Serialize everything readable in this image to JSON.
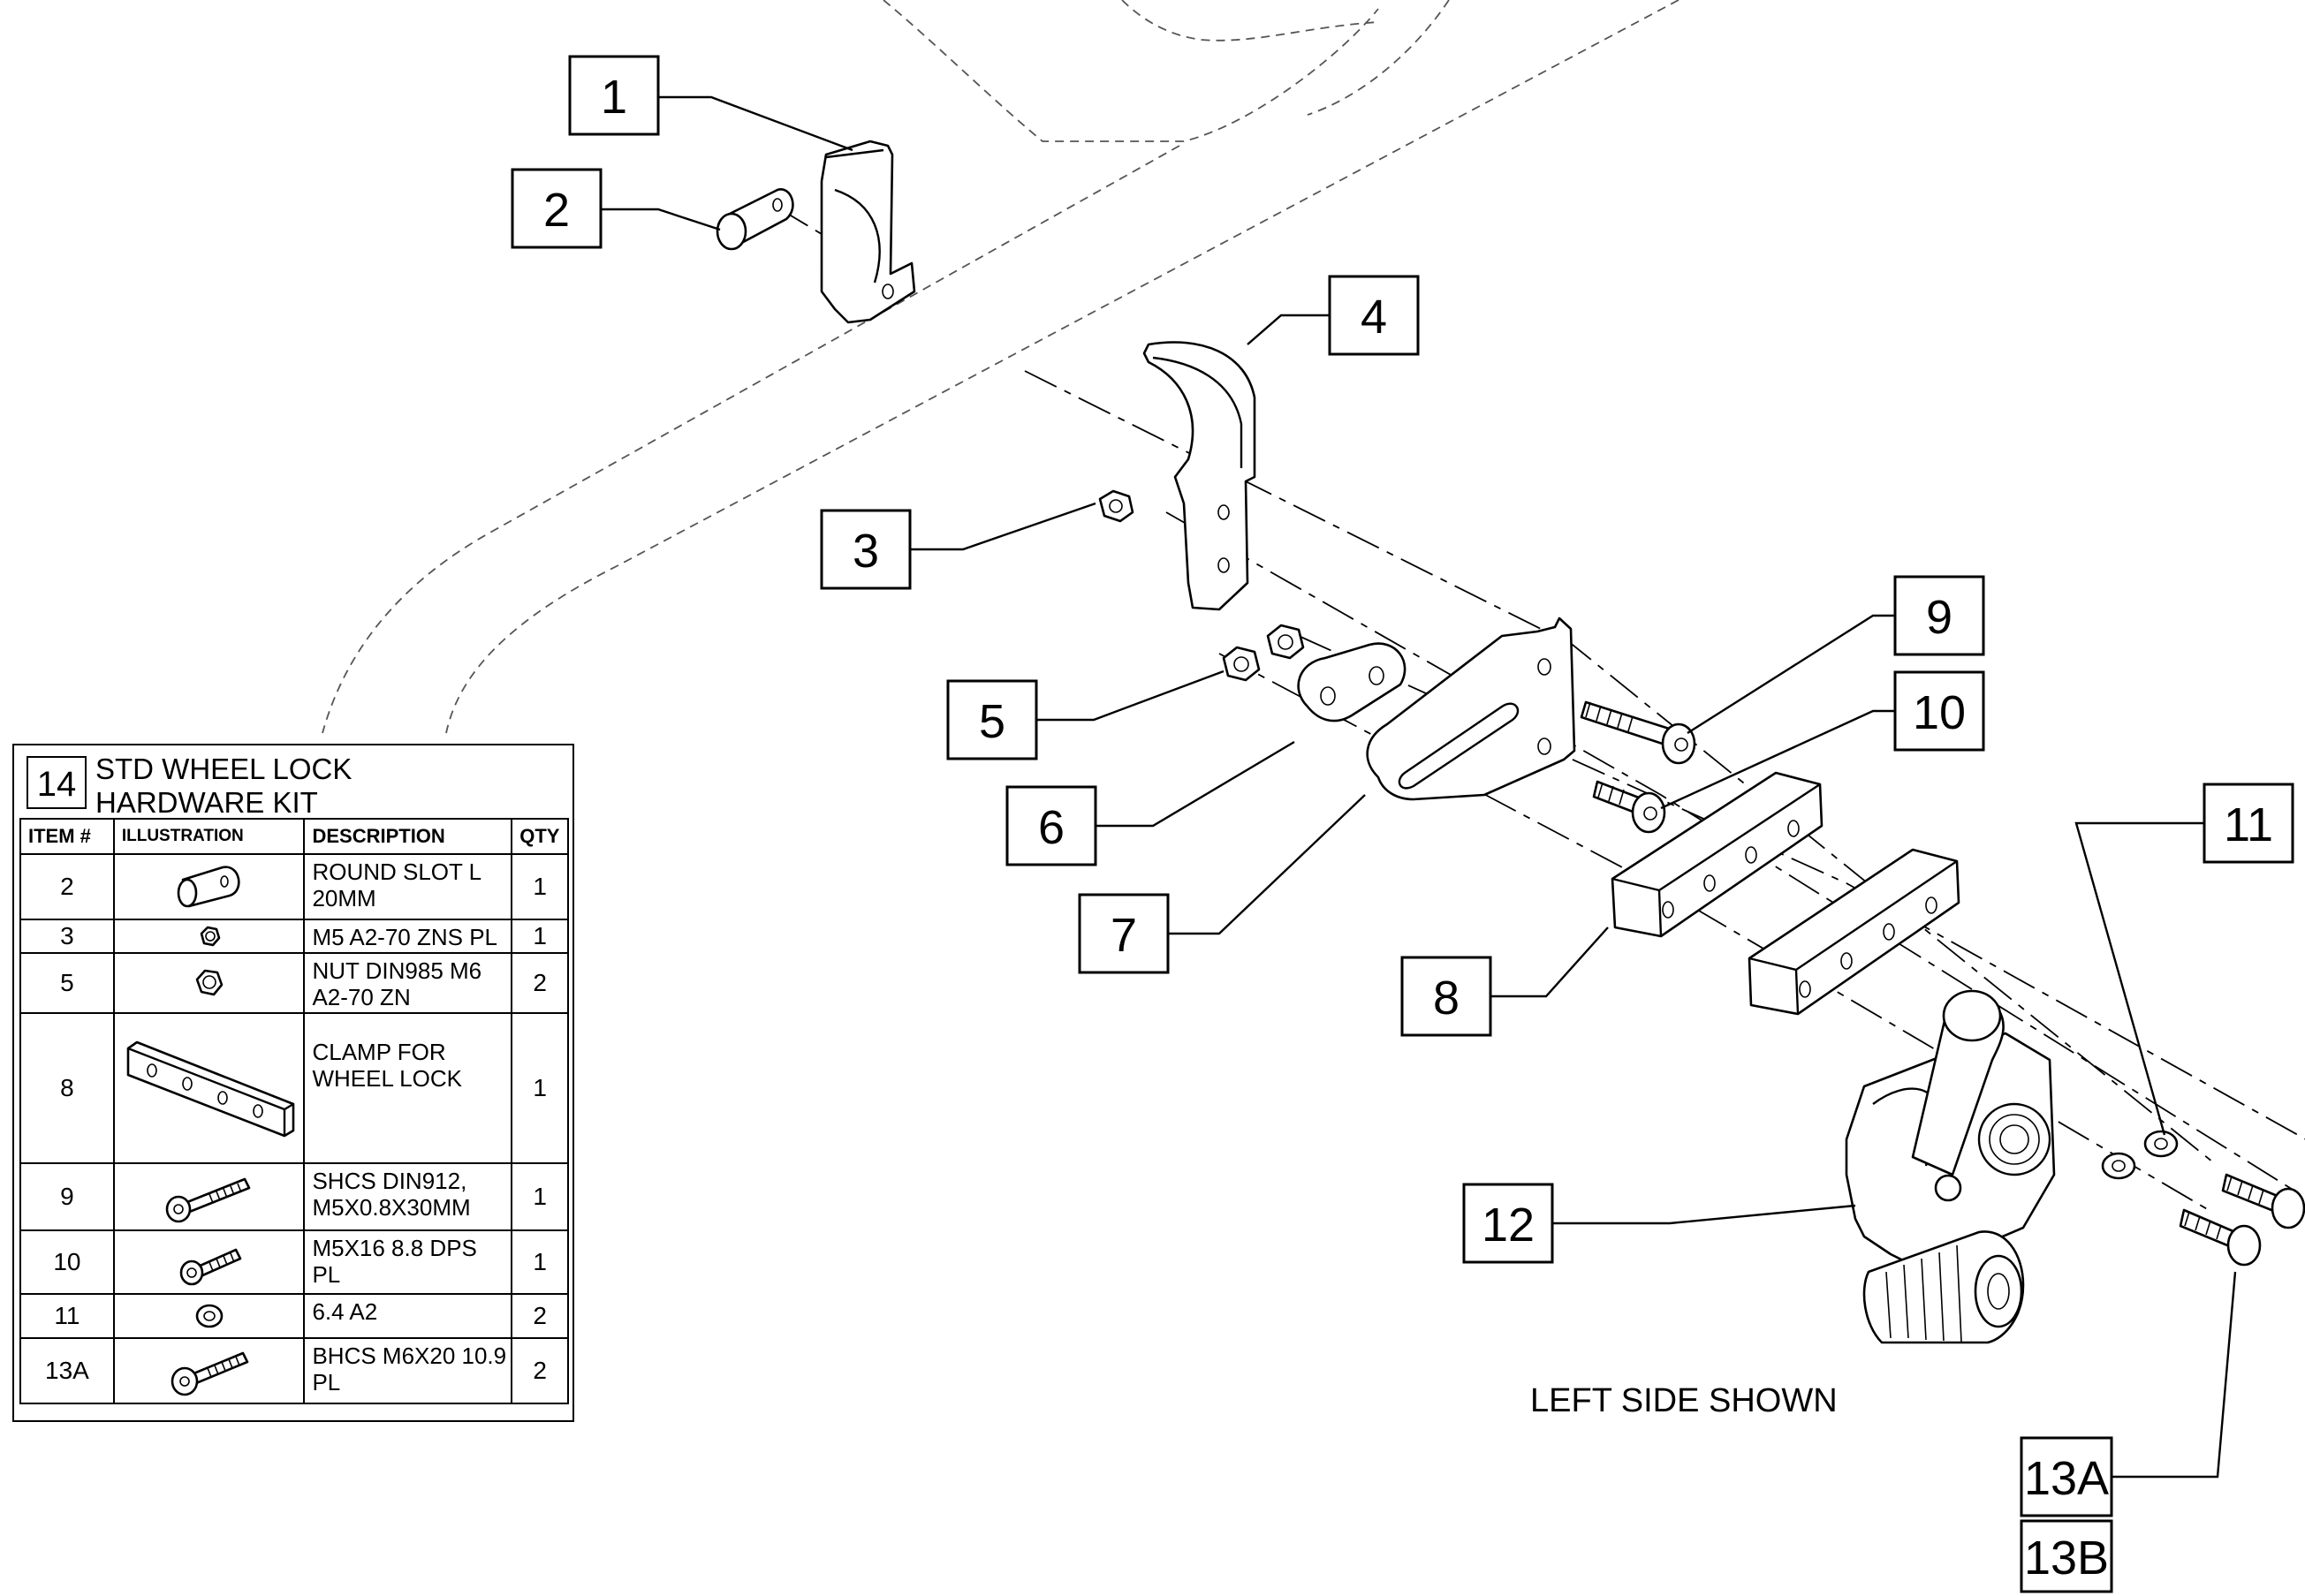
{
  "callouts": {
    "c1": "1",
    "c2": "2",
    "c3": "3",
    "c4": "4",
    "c5": "5",
    "c6": "6",
    "c7": "7",
    "c8": "8",
    "c9": "9",
    "c10": "10",
    "c11": "11",
    "c12": "12",
    "c13a": "13A",
    "c13b": "13B"
  },
  "note": "LEFT SIDE SHOWN",
  "kit": {
    "number": "14",
    "title_line1": "STD WHEEL LOCK",
    "title_line2": "HARDWARE KIT",
    "headers": {
      "item": "ITEM #",
      "illustration": "ILLUSTRATION",
      "description": "DESCRIPTION",
      "qty": "QTY"
    },
    "rows": [
      {
        "item": "2",
        "description": "ROUND SLOT L 20MM",
        "qty": "1",
        "icon": "round-slot-pin-icon"
      },
      {
        "item": "3",
        "description": "M5 A2-70 ZNS PL",
        "qty": "1",
        "icon": "small-hex-nut-icon"
      },
      {
        "item": "5",
        "description": "NUT DIN985 M6 A2-70 ZN",
        "qty": "2",
        "icon": "hex-nut-icon"
      },
      {
        "item": "8",
        "description": "CLAMP FOR WHEEL LOCK",
        "qty": "1",
        "icon": "clamp-block-icon"
      },
      {
        "item": "9",
        "description": "SHCS DIN912, M5X0.8X30MM",
        "qty": "1",
        "icon": "socket-head-screw-icon"
      },
      {
        "item": "10",
        "description": "M5X16 8.8 DPS PL",
        "qty": "1",
        "icon": "short-screw-icon"
      },
      {
        "item": "11",
        "description": "6.4 A2",
        "qty": "2",
        "icon": "washer-icon"
      },
      {
        "item": "13A",
        "description": "BHCS M6X20 10.9 PL",
        "qty": "2",
        "icon": "button-head-screw-icon"
      }
    ]
  }
}
